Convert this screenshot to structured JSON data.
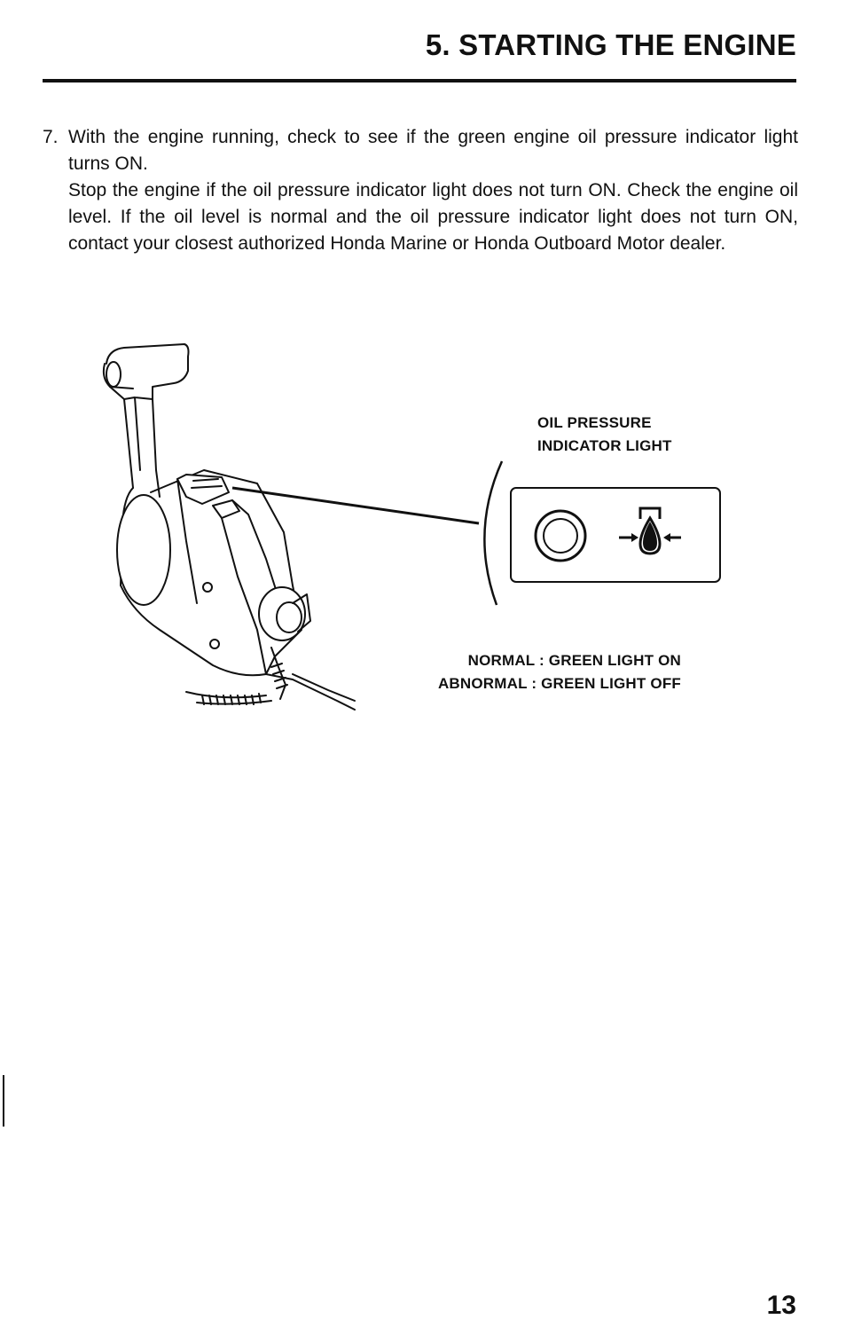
{
  "header": {
    "title": "5. STARTING THE ENGINE"
  },
  "step": {
    "number": "7.",
    "paragraph1": "With the engine running, check to see if the green engine oil pressure indicator light turns ON.",
    "paragraph2": "Stop the engine if the oil pressure indicator light does not turn ON. Check the engine oil level. If the oil level is normal and the oil pressure indicator light does not turn ON, contact your closest authorized Honda Marine or Honda Outboard Motor dealer."
  },
  "figure": {
    "callout_line1": "OIL PRESSURE",
    "callout_line2": "INDICATOR LIGHT",
    "status_normal": "NORMAL : GREEN LIGHT ON",
    "status_abnormal": "ABNORMAL : GREEN LIGHT OFF",
    "icons": [
      "remote-control-box-illustration",
      "indicator-lamp-icon",
      "oil-pressure-icon"
    ]
  },
  "footer": {
    "page_number": "13"
  }
}
